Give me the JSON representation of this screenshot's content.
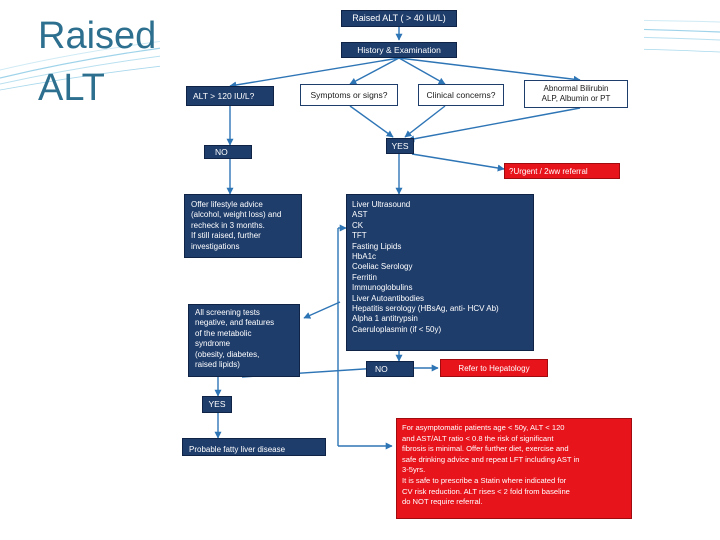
{
  "slide": {
    "title_lines": [
      "Raised",
      "ALT"
    ]
  },
  "colors": {
    "title": "#2d6f8e",
    "box_blue": "#1f3d6b",
    "box_red": "#e8141c",
    "connector": "#2e75b6"
  },
  "flowchart": {
    "start": "Raised ALT ( > 40 IU/L)",
    "history": "History & Examination",
    "alt_over_120": "ALT > 120 IU/L?",
    "symptoms": "Symptoms or signs?",
    "clinical": "Clinical concerns?",
    "abnormal_lft": [
      "Abnormal Bilirubin",
      "ALP, Albumin or PT"
    ],
    "no_1": "NO",
    "yes_1": "YES",
    "urgent": "?Urgent / 2ww referral",
    "lifestyle": [
      "Offer lifestyle advice",
      "(alcohol, weight loss) and",
      "recheck in 3 months.",
      "If still raised, further",
      "investigations"
    ],
    "screening": [
      "Liver Ultrasound",
      "AST",
      "CK",
      "TFT",
      "Fasting Lipids",
      "HbA1c",
      "Coeliac Serology",
      "Ferritin",
      "Immunoglobulins",
      "Liver Autoantibodies",
      "Hepatitis serology (HBsAg, anti- HCV Ab)",
      "Alpha 1 antitrypsin",
      "Caeruloplasmin (if < 50y)"
    ],
    "metabolic": [
      "All screening tests",
      "negative, and features",
      "of the metabolic",
      "syndrome",
      "(obesity, diabetes,",
      "raised lipids)"
    ],
    "no_2": "NO",
    "hepatology": "Refer to Hepatology",
    "yes_2": "YES",
    "fatty_liver": "Probable fatty liver disease",
    "advice": [
      "For asymptomatic patients age < 50y, ALT < 120",
      "and AST/ALT ratio < 0.8 the risk of significant",
      "fibrosis is minimal. Offer further diet, exercise and",
      "safe drinking advice and repeat LFT including AST in",
      "3-5yrs.",
      "It is safe to prescribe a Statin where indicated for",
      "CV risk reduction. ALT rises < 2 fold from baseline",
      "do NOT require referral."
    ]
  }
}
